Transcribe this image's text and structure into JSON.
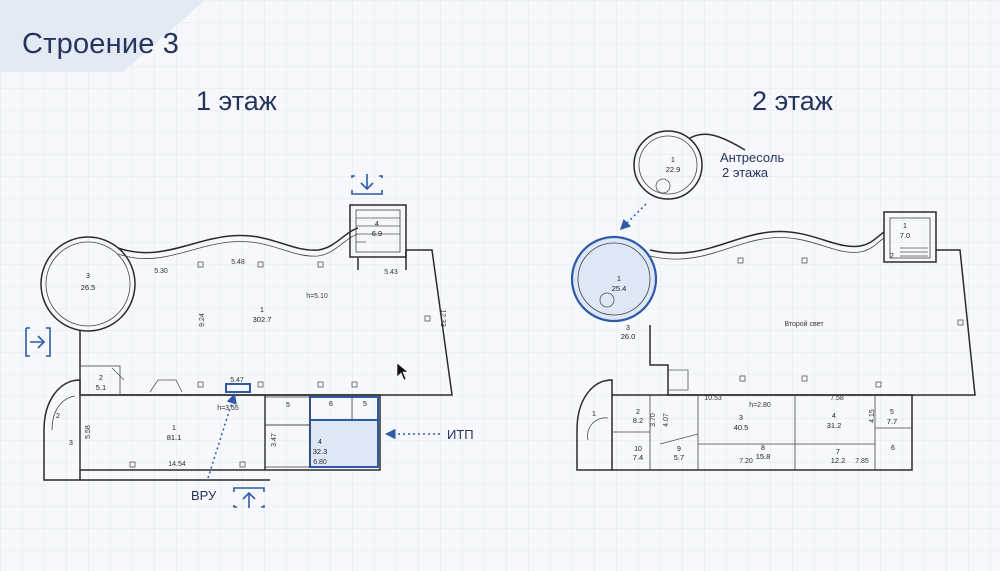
{
  "page": {
    "title": "Строение 3",
    "floor1_title": "1 этаж",
    "floor2_title": "2 этаж"
  },
  "colors": {
    "accent": "#2f5aa8",
    "highlight_fill": "#dde7f5",
    "wall": "#2b2b2b",
    "text": "#27345e"
  },
  "floor1": {
    "rooms": {
      "r3": {
        "num": "3",
        "area": "26.5"
      },
      "r4_stair": {
        "num": "4",
        "area": "6.9"
      },
      "r1_main": {
        "num": "1",
        "area": "302.7"
      },
      "r2_small": {
        "num": "2",
        "area": "5.1"
      },
      "r1_lower": {
        "num": "1",
        "area": "81.1"
      },
      "r4_itp": {
        "num": "4",
        "area": "32.3"
      },
      "r6": {
        "num": "6"
      },
      "r5": {
        "num": "5"
      },
      "r5b": {
        "num": "5"
      },
      "r2_left": {
        "num": "2"
      },
      "r3_left": {
        "num": "3"
      }
    },
    "dims": {
      "d530": "5.30",
      "d548": "5.48",
      "d543": "5.43",
      "d924": "9.24",
      "d1233": "12.33",
      "d547": "5.47",
      "d558": "5.58",
      "d1454": "14.54",
      "d347": "3.47",
      "d680": "6.80"
    },
    "notes": {
      "height_main": "h=5.10",
      "height_lower": "h=3.65"
    },
    "callouts": {
      "itp": "ИТП",
      "vru": "ВРУ"
    }
  },
  "floor2": {
    "rooms": {
      "mezz": {
        "num": "1",
        "area": "22.9"
      },
      "r1_circle": {
        "num": "1",
        "area": "25.4"
      },
      "r1_stair": {
        "num": "1",
        "area": "7.0"
      },
      "r3_small": {
        "num": "3",
        "area": "26.0"
      },
      "r2": {
        "num": "2",
        "area": "8.2"
      },
      "r3": {
        "num": "3",
        "area": "40.5"
      },
      "r4": {
        "num": "4",
        "area": "31.2"
      },
      "r5": {
        "num": "5",
        "area": "7.7"
      },
      "r10": {
        "num": "10",
        "area": "7.4"
      },
      "r9": {
        "num": "9",
        "area": "5.7"
      },
      "r8": {
        "num": "8",
        "area": "15.8"
      },
      "r7": {
        "num": "7",
        "area": "12.2"
      },
      "r6": {
        "num": "6"
      },
      "r1_left": {
        "num": "1"
      },
      "r2_stair": {
        "num": "2"
      }
    },
    "dims": {
      "d1053": "10.53",
      "d758": "7.58",
      "d370": "3.70",
      "d407": "4.07",
      "d415": "4.15",
      "d720": "7.20",
      "d785": "7.85"
    },
    "notes": {
      "height": "h=2.80",
      "second_light": "Второй свет"
    },
    "callouts": {
      "mezzanine_line1": "Антресоль",
      "mezzanine_line2": "2 этажа"
    }
  },
  "icons": [
    "entrance-arrow-down-icon",
    "entrance-arrow-up-icon",
    "entrance-arrow-right-icon",
    "cursor-pointer-icon"
  ]
}
